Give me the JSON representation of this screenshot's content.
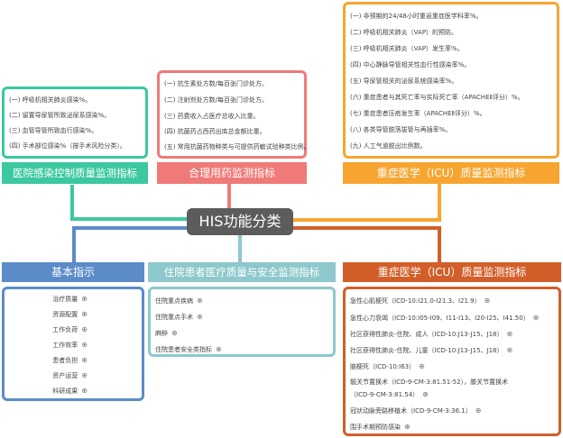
{
  "center": {
    "title": "HIS功能分类"
  },
  "top_nodes": [
    {
      "id": "hospital-infection",
      "title": "医院感染控制质量监测指标",
      "color": "#3cc8a0",
      "items": [
        "(一) 呼吸机相关肺炎感染%。",
        "(二) 留置导尿管所致泌尿系感染%。",
        "(三) 血管导管所致血行感染%。",
        "(四) 手术部位感染%（按手术风险分类）。"
      ]
    },
    {
      "id": "rational-drug",
      "title": "合理用药监测指标",
      "color": "#ef7a78",
      "items": [
        "(一) 抗生素处方数/每百张门诊处方。",
        "(二) 注射剂处方数/每百张门诊处方。",
        "(三) 药费收入占医疗总收入比重。",
        "(四) 抗菌药占西药出库总金额比重。",
        "(五) 常用抗菌药物种类与可提供药敏试验种类比例。"
      ]
    },
    {
      "id": "icu-quality-top",
      "title": "重症医学（ICU）质量监测指标",
      "color": "#f7a530",
      "items": [
        "(一) 非预期的24/48小时重返重症医学科率%。",
        "(二) 呼吸机相关肺炎（VAP）的预防。",
        "(三) 呼吸机相关肺炎（VAP）发生率%。",
        "(四) 中心静脉导管相关性血行性感染率%。",
        "(五) 导尿管相关的泌尿系统感染率%。",
        "(六) 重症患者与其死亡率与实际死亡率（APACHEⅡ评分）%。",
        "(七) 重症患者压疮发生率（APACHEⅡ评分）%。",
        "(八) 各类导管脱落拔管与再插率%。",
        "(九) 人工气道脱出比例数。"
      ]
    }
  ],
  "bottom_nodes": [
    {
      "id": "basic",
      "title": "基本指示",
      "color": "#5b8cc8",
      "items": [
        "治疗质量",
        "资源配置",
        "工作负荷",
        "工作效率",
        "患者负担",
        "资产运营",
        "科研成果"
      ]
    },
    {
      "id": "inpatient",
      "title": "住院患者医疗质量与安全监测指标",
      "color": "#8ec8cc",
      "items": [
        "住院重点疾病",
        "住院重点手术",
        "麻醉",
        "住院患者安全类指标"
      ]
    },
    {
      "id": "icu-quality-bottom",
      "title": "重症医学（ICU）质量监测指标",
      "color": "#d25f2a",
      "items": [
        "急性心肌梗死（ICD-10:I21.0-I21.3、I21.9）",
        "急性心力衰竭（ICD-10:I05-I09、I11-I13、I20-I25、I41.50）",
        "社区获得性肺炎-住院、成人（ICD-10:J13-J15、J18）",
        "社区获得性肺炎-住院、儿童（ICD-10:J13-J15、J18）",
        "脑梗死（ICD-10:I63）",
        "髋关节置换术（ICD-9-CM-3:81.51-52），膝关节置换术",
        "（ICD-9-CM-3:81.54）",
        "冠状动脉旁路移植术（ICD-9-CM-3:36.1）",
        "围手术期预防感染"
      ]
    }
  ]
}
